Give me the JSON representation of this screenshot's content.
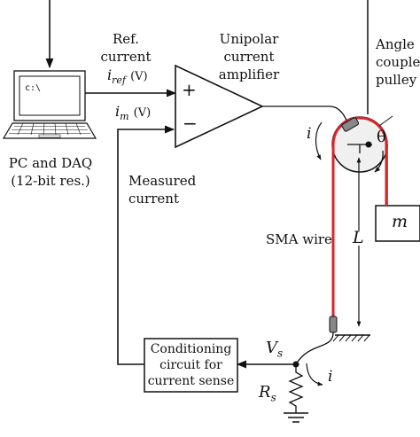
{
  "pc": {
    "screen_text": "c:\\",
    "label_line1": "PC and DAQ",
    "label_line2": "(12-bit res.)"
  },
  "ref_signal": {
    "line1": "Ref.",
    "line2": "current",
    "symbol": "i",
    "subscript": "ref",
    "unit": "(V)"
  },
  "measured_signal": {
    "symbol": "i",
    "subscript": "m",
    "unit": "(V)",
    "caption_line1": "Measured",
    "caption_line2": "current"
  },
  "amplifier": {
    "line1": "Unipolar",
    "line2": "current",
    "line3": "amplifier",
    "plus_sign": "+",
    "minus_sign": "−"
  },
  "pulley": {
    "line1": "Angle",
    "line2": "couple",
    "line3": "pulley",
    "angle_symbol": "θ"
  },
  "current_label_top": "i",
  "current_label_bottom": "i",
  "sma_wire_label": "SMA wire",
  "length_label": "L",
  "mass_label": "m",
  "voltage_label": {
    "symbol": "V",
    "subscript": "s"
  },
  "resistor_label": {
    "symbol": "R",
    "subscript": "s"
  },
  "conditioning": {
    "line1": "Conditioning",
    "line2": "circuit for",
    "line3": "current sense"
  },
  "colors": {
    "sma_wire": "#d7262b",
    "line": "#111111",
    "pulley_shade": "#f0f0f0"
  }
}
